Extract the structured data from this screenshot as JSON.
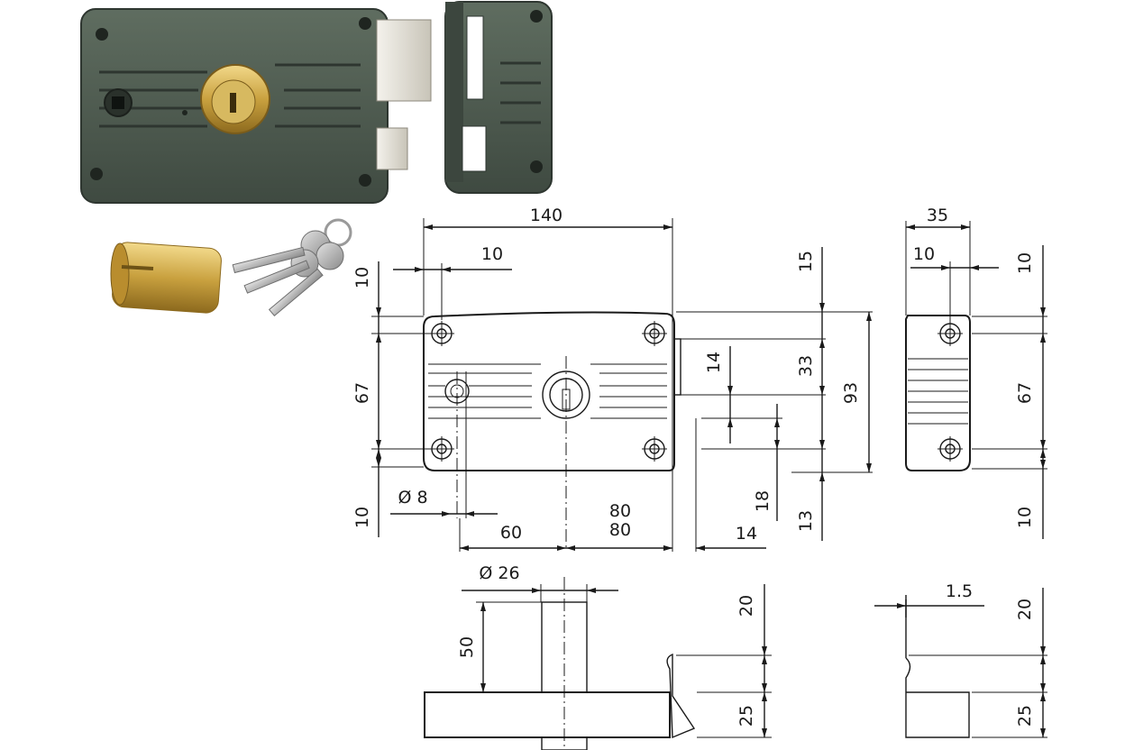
{
  "dimensions": {
    "width_140": "140",
    "left_10_top": "10",
    "left_10_side": "10",
    "left_67": "67",
    "left_10_bottom": "10",
    "dia_8": "Ø 8",
    "d_60": "60",
    "d_80_a": "80",
    "d_80_b": "80",
    "d_14_bottom": "14",
    "d_15": "15",
    "d_14_right": "14",
    "d_33": "33",
    "d_93": "93",
    "d_18": "18",
    "d_13": "13",
    "side_35": "35",
    "side_10_top": "10",
    "side_10_right": "10",
    "side_67": "67",
    "side_10_bottom": "10",
    "dia_26": "Ø 26",
    "d_50": "50",
    "d_20_a": "20",
    "d_25_a": "25",
    "d_1_5": "1.5",
    "d_20_b": "20",
    "d_25_b": "25"
  },
  "colors": {
    "lock_body": "#4d5a4f",
    "brass": "#c9a13f",
    "bolt": "#e3e0d8",
    "line": "#1a1a1a"
  }
}
